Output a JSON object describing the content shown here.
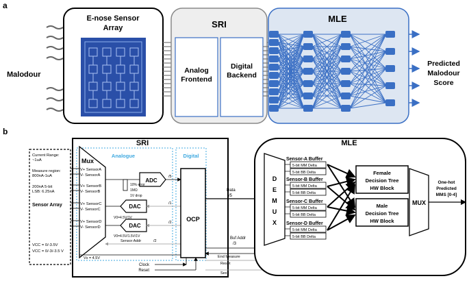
{
  "panel_a": {
    "label": "a",
    "malodour": "Malodour",
    "enose_title_1": "E-nose Sensor",
    "enose_title_2": "Array",
    "sri_title": "SRI",
    "analog_1": "Analog",
    "analog_2": "Frontend",
    "digital_1": "Digital",
    "digital_2": "Backend",
    "mle_title": "MLE",
    "predicted_1": "Predicted",
    "predicted_2": "Malodour",
    "predicted_3": "Score",
    "colors": {
      "blue": "#3a6fc4",
      "sri_box": "#eeeeee",
      "mle_box": "#dde6f2"
    }
  },
  "panel_b": {
    "label": "b",
    "sri_title": "SRI",
    "analogue": "Analogue",
    "digital": "Digital",
    "mle_title": "MLE",
    "mux_left": "Mux",
    "sensor_inputs": [
      "V+ SensorA",
      "V- SensorA",
      "V+ SensorB",
      "V- SensorB",
      "V+ SensorC",
      "V- SensorC",
      "V+ SensorD",
      "V- SensorD"
    ],
    "notes": {
      "current_range_1": "Current Range:",
      "current_range_2": "~1uA",
      "measure_1": "Measure region:",
      "measure_2": "800nA-1uA",
      "lsb_1": "200nA 5-bit",
      "lsb_2": "LSB: 6.25nA",
      "sensor_array": "Sensor Array",
      "vcc_1": "VCC = 0/-3.5V",
      "vcc_2": "VCC = 0/-3/-3.5 V"
    },
    "adc": "ADC",
    "dac1": "DAC",
    "dac2": "DAC",
    "err": "10% error",
    "res": "1MΩ",
    "drop": "1V drop",
    "v1": "V0=4.5V/1V",
    "v2": "V0=4.5V/1.5V/1V",
    "bits5": "/5",
    "bits1": "/1",
    "bits2": "/2",
    "sensor_addr": "Sensor Addr",
    "vs": "Vs = 4.5V",
    "ocp": "OCP",
    "clock": "Clock",
    "reset_left": "Reset",
    "data_1": "Data",
    "data_2": "/5",
    "bufaddr_1": "Buf Addr",
    "bufaddr_2": "/3",
    "end_measure": "End Measure",
    "reset": "Reset",
    "sex": "Sex",
    "demux": [
      "D",
      "E",
      "M",
      "U",
      "X"
    ],
    "buffers": [
      {
        "title": "Sensor-A Buffer",
        "mm": "5-bit MM Delta",
        "bb": "5-bit BB Delta"
      },
      {
        "title": "Sensor-B Buffer",
        "mm": "5-bit MM Delta",
        "bb": "5-bit BB Delta"
      },
      {
        "title": "Sensor-C Buffer",
        "mm": "5-bit MM Delta",
        "bb": "5-bit BB Delta"
      },
      {
        "title": "Sensor-D Buffer",
        "mm": "5-bit MM Delta",
        "bb": "5-bit BB Delta"
      }
    ],
    "female": [
      "Female",
      "Decision Tree",
      "HW Block"
    ],
    "male": [
      "Male",
      "Decision Tree",
      "HW Block"
    ],
    "mux_right": "MUX",
    "output": [
      "One-hot",
      "Predicted",
      "MMS [0-4]"
    ]
  }
}
